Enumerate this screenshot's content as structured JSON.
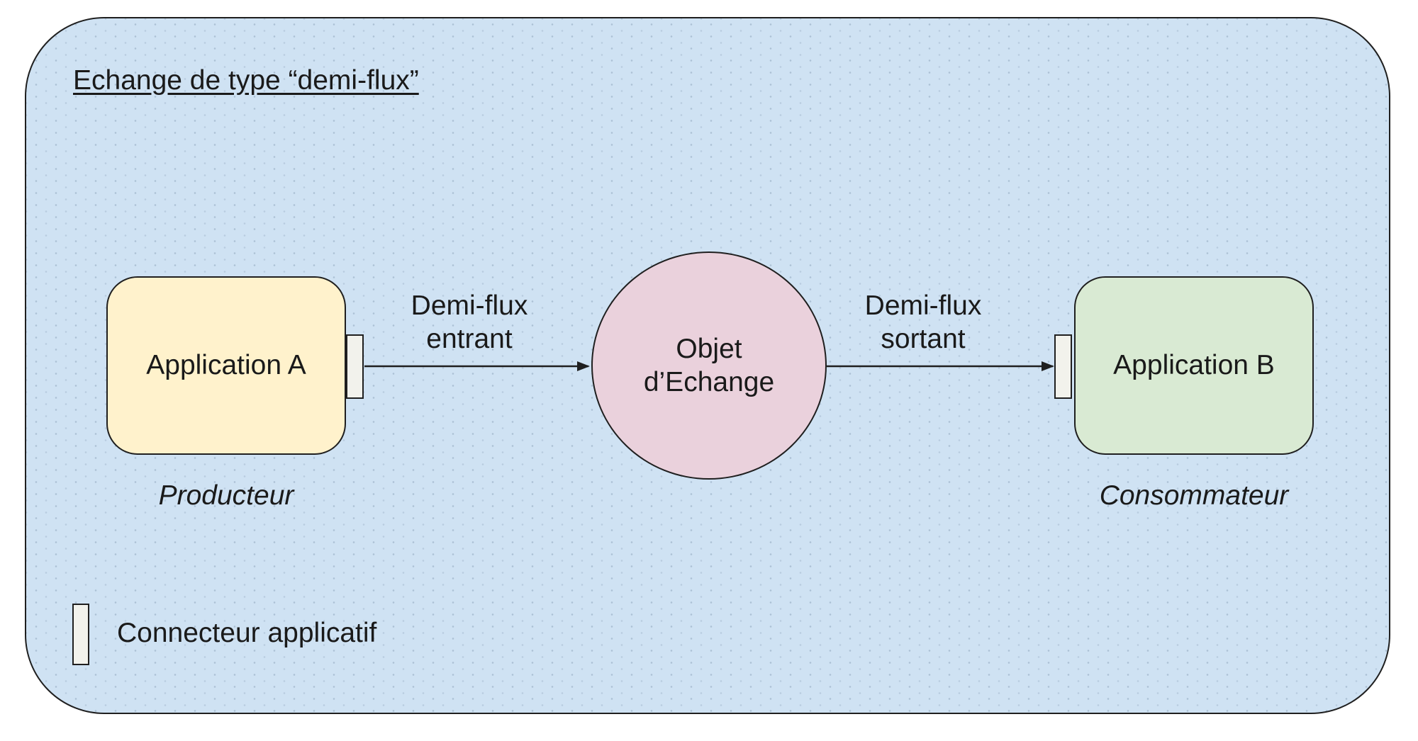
{
  "title": "Echange de type “demi-flux”",
  "nodes": {
    "app_a": {
      "label": "Application A",
      "role": "Producteur"
    },
    "exchange": {
      "label_line1": "Objet",
      "label_line2": "d’Echange"
    },
    "app_b": {
      "label": "Application B",
      "role": "Consommateur"
    }
  },
  "flows": {
    "entrant": {
      "label_line1": "Demi-flux",
      "label_line2": "entrant"
    },
    "sortant": {
      "label_line1": "Demi-flux",
      "label_line2": "sortant"
    }
  },
  "legend": {
    "connector_label": "Connecteur applicatif"
  },
  "colors": {
    "canvas": "#CFE2F3",
    "app_a": "#FFF2CC",
    "app_b": "#D9EAD3",
    "exchange": "#EAD1DC",
    "connector": "#F2F2EC",
    "stroke": "#1f1f1f",
    "text": "#1a1a1a"
  }
}
